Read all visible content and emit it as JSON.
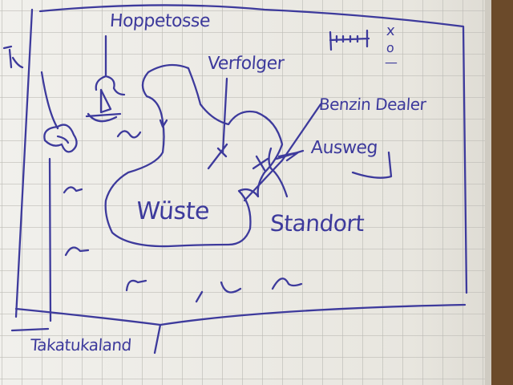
{
  "map": {
    "ink_color": "#3d3a9c",
    "paper_color": "#ecebe6",
    "grid_color": "#b9b8b3",
    "labels": {
      "boat": "Hoppetosse",
      "pursuer": "Verfolger",
      "fuel_dealer": "Benzin Dealer",
      "exit": "Ausweg",
      "desert": "Wüste",
      "location": "Standort",
      "land": "Takatukaland"
    },
    "legend": {
      "mark_x": "x",
      "mark_o": "o",
      "mark_dash": "—"
    }
  }
}
